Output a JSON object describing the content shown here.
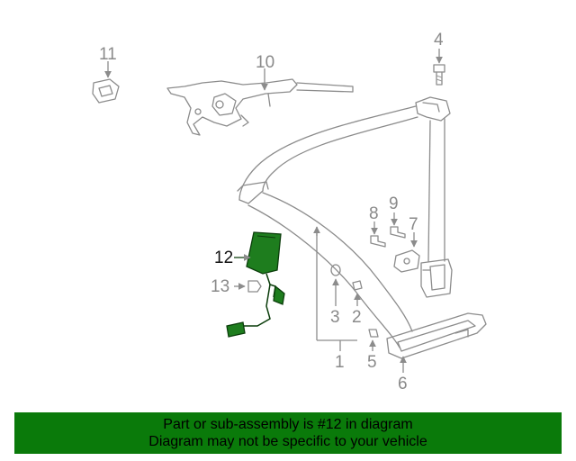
{
  "callouts": {
    "c1": "1",
    "c2": "2",
    "c3": "3",
    "c4": "4",
    "c5": "5",
    "c6": "6",
    "c7": "7",
    "c8": "8",
    "c9": "9",
    "c10": "10",
    "c11": "11",
    "c12": "12",
    "c13": "13"
  },
  "highlighted_part": "12",
  "colors": {
    "banner": "#0a7a0a",
    "highlight_part": "#1e7d1e",
    "line_art": "#8c8c8c"
  },
  "banner": {
    "line1": "Part or sub-assembly is #12 in diagram",
    "line2": "Diagram may not be specific to your vehicle"
  }
}
